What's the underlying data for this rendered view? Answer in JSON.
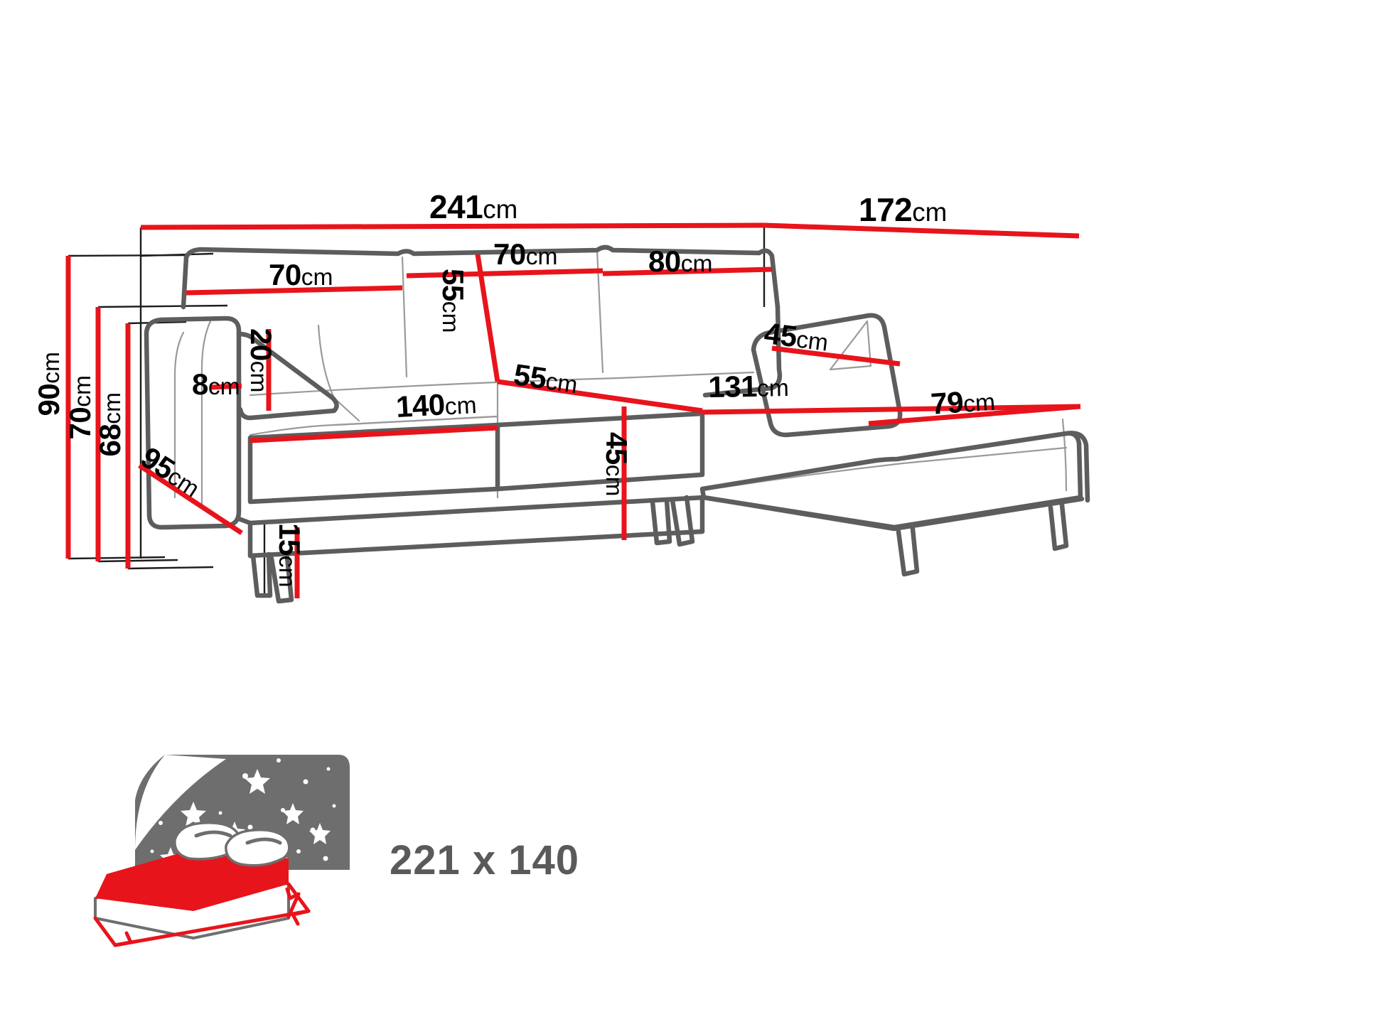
{
  "diagram": {
    "title": "Corner sofa bed technical dimension drawing",
    "unit": "cm",
    "colors": {
      "dimension_line": "#e8141b",
      "outline_dark": "#5d5d5d",
      "outline_light": "#9a9a9a",
      "leader_line": "#1a1a1a",
      "text": "#000000",
      "bed_label_text": "#5a5a5a",
      "bed_night_panel": "#6e6e6e",
      "bed_mattress": "#e8141b",
      "background": "#ffffff"
    }
  },
  "dimensions": {
    "overall_width": {
      "value": "241",
      "unit": "cm",
      "label": "241cm"
    },
    "chaise_depth_overall": {
      "value": "172",
      "unit": "cm",
      "label": "172cm"
    },
    "backrest_cushion_left": {
      "value": "70",
      "unit": "cm",
      "label": "70cm"
    },
    "backrest_cushion_middle": {
      "value": "70",
      "unit": "cm",
      "label": "70cm"
    },
    "backrest_cushion_right": {
      "value": "80",
      "unit": "cm",
      "label": "80cm"
    },
    "backrest_cushion_height": {
      "value": "55",
      "unit": "cm",
      "label": "55cm"
    },
    "total_height": {
      "value": "90",
      "unit": "cm",
      "label": "90cm"
    },
    "back_height": {
      "value": "70",
      "unit": "cm",
      "label": "70cm"
    },
    "armrest_height": {
      "value": "68",
      "unit": "cm",
      "label": "68cm"
    },
    "armrest_width": {
      "value": "8",
      "unit": "cm",
      "label": "8cm"
    },
    "armrest_pad_height": {
      "value": "20",
      "unit": "cm",
      "label": "20cm"
    },
    "sofa_depth": {
      "value": "95",
      "unit": "cm",
      "label": "95cm"
    },
    "seat_width": {
      "value": "140",
      "unit": "cm",
      "label": "140cm"
    },
    "seat_depth": {
      "value": "55",
      "unit": "cm",
      "label": "55cm"
    },
    "seat_height": {
      "value": "45",
      "unit": "cm",
      "label": "45cm"
    },
    "chaise_backrest": {
      "value": "45",
      "unit": "cm",
      "label": "45cm"
    },
    "chaise_seat_length": {
      "value": "131",
      "unit": "cm",
      "label": "131cm"
    },
    "chaise_seat_width": {
      "value": "79",
      "unit": "cm",
      "label": "79cm"
    },
    "leg_height": {
      "value": "15",
      "unit": "cm",
      "label": "15cm"
    }
  },
  "sleeping_area": {
    "label": "221 x 140",
    "width": "221",
    "length": "140",
    "icon": "bed-with-pillows-and-starry-night-icon"
  }
}
